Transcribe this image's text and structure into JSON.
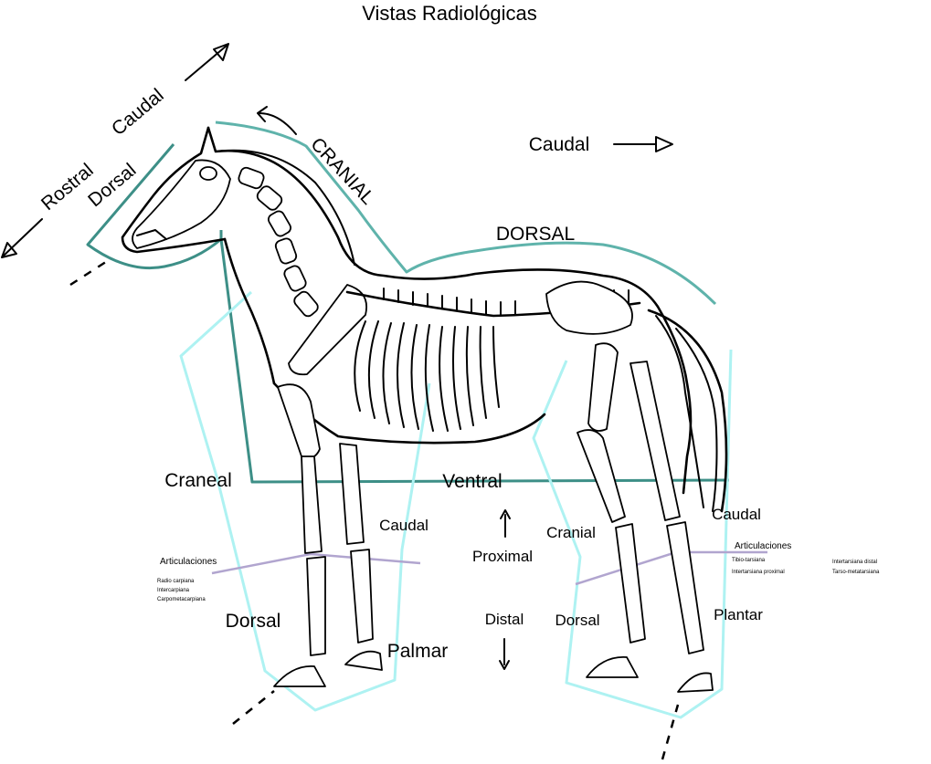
{
  "title": "Vistas Radiológicas",
  "head_labels": {
    "caudal": "Caudal",
    "rostral": "Rostral",
    "dorsal": "Dorsal"
  },
  "body_labels": {
    "cranial": "CRANIAL",
    "caudal": "Caudal",
    "dorsal": "DORSAL",
    "ventral": "Ventral"
  },
  "forelimb": {
    "craneal": "Craneal",
    "caudal": "Caudal",
    "dorsal": "Dorsal",
    "palmar": "Palmar",
    "joints_title": "Articulaciones",
    "joints": [
      "Radio carpiana",
      "Intercarpiana",
      "Carpometacarpiana"
    ]
  },
  "direction": {
    "proximal": "Proximal",
    "distal": "Distal"
  },
  "hindlimb": {
    "cranial": "Cranial",
    "caudal": "Caudal",
    "dorsal": "Dorsal",
    "plantar": "Plantar",
    "joints_title": "Articulaciones",
    "joints_left": [
      "Tibio-tarsiana",
      "Intertarsiana proximal"
    ],
    "joints_right": [
      "Intertarsiana distal",
      "Tarso-metatarsiana"
    ]
  },
  "colors": {
    "outline_dark": "#3d8f87",
    "outline_light": "#5fb3ab",
    "limb_outline": "#aef2f2",
    "joint_line": "#b1a5cf"
  }
}
